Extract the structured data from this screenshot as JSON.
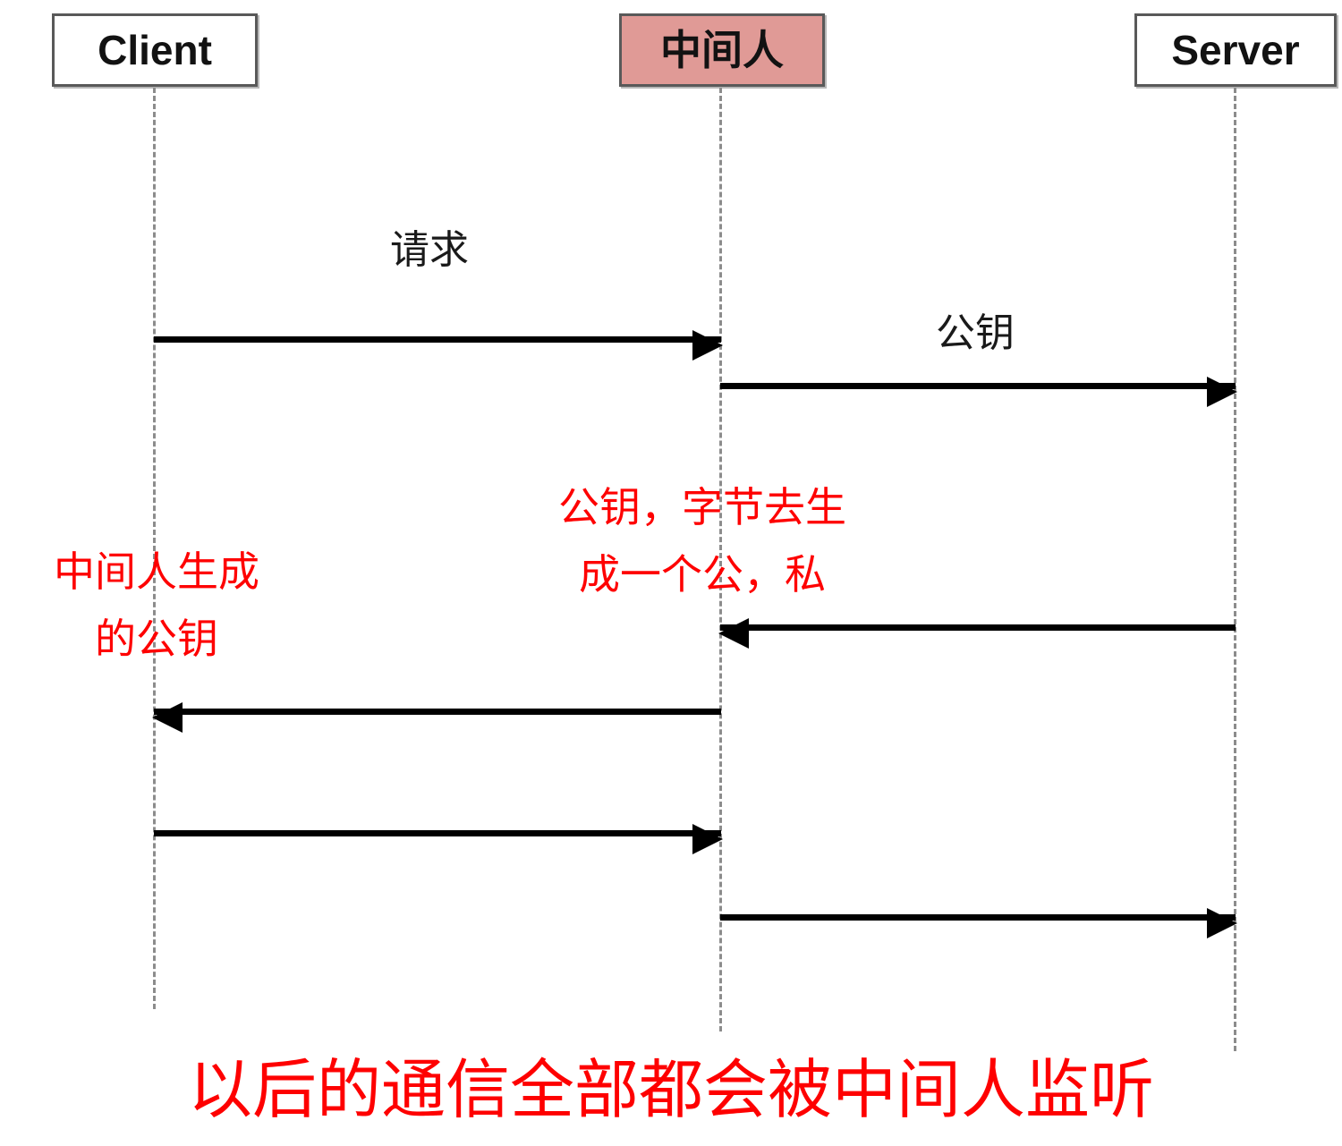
{
  "diagram": {
    "type": "sequence-diagram",
    "title_caption": "以后的通信全部都会被中间人监听",
    "colors": {
      "attacker_fill": "#e09a96",
      "box_border": "#595959",
      "lifeline": "#8c8c8c",
      "arrow": "#000000",
      "annotation_red": "#fe0000",
      "annotation_black": "#1a1a1a",
      "background": "#ffffff"
    },
    "participants": [
      {
        "id": "client",
        "label": "Client",
        "highlighted": false
      },
      {
        "id": "attacker",
        "label": "中间人",
        "highlighted": true
      },
      {
        "id": "server",
        "label": "Server",
        "highlighted": false
      }
    ],
    "messages": [
      {
        "from": "client",
        "to": "attacker",
        "direction": "right",
        "label": "请求"
      },
      {
        "from": "attacker",
        "to": "server",
        "direction": "right",
        "label": "公钥"
      },
      {
        "from": "server",
        "to": "attacker",
        "direction": "left",
        "label": ""
      },
      {
        "from": "attacker",
        "to": "client",
        "direction": "left",
        "label": ""
      },
      {
        "from": "client",
        "to": "attacker",
        "direction": "right",
        "label": ""
      },
      {
        "from": "attacker",
        "to": "server",
        "direction": "right",
        "label": ""
      }
    ],
    "annotations": [
      {
        "id": "attacker-keygen-note",
        "color": "red",
        "lines": [
          "公钥，字节去生",
          "成一个公，私"
        ]
      },
      {
        "id": "attacker-public-key-note",
        "color": "red",
        "lines": [
          "中间人生成",
          "的公钥"
        ]
      }
    ],
    "labels": {
      "request": "请求",
      "public_key": "公钥",
      "attacker_keygen_line1": "公钥，字节去生",
      "attacker_keygen_line2": "成一个公，私",
      "attacker_pubkey_line1": "中间人生成",
      "attacker_pubkey_line2": "的公钥",
      "bottom_caption": "以后的通信全部都会被中间人监听"
    }
  }
}
